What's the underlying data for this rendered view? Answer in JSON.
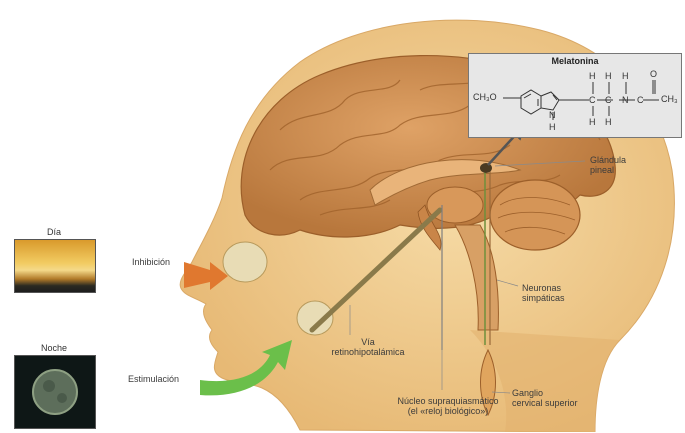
{
  "photos": {
    "day_caption": "Día",
    "night_caption": "Noche"
  },
  "labels": {
    "inhibition": "Inhibición",
    "stimulation": "Estimulación",
    "pineal_line1": "Glándula",
    "pineal_line2": "pineal",
    "neurons_line1": "Neuronas",
    "neurons_line2": "simpáticas",
    "pathway_line1": "Vía",
    "pathway_line2": "retinohipotalámica",
    "nucleus_line1": "Núcleo supraquiasmático",
    "nucleus_line2": "(el «reloj biológico»)",
    "ganglion_line1": "Ganglio",
    "ganglion_line2": "cervical superior"
  },
  "melatonin": {
    "title": "Melatonina",
    "methoxy": "CH₃O",
    "terminal": "CH₃"
  },
  "colors": {
    "skin": "#efc888",
    "brain": "#c98a4c",
    "inhibition_arrow": "#e0782f",
    "stimulation_arrow": "#6bbf4a",
    "nerve": "#6f8f3c",
    "chem_box": "#e7e7e7"
  }
}
